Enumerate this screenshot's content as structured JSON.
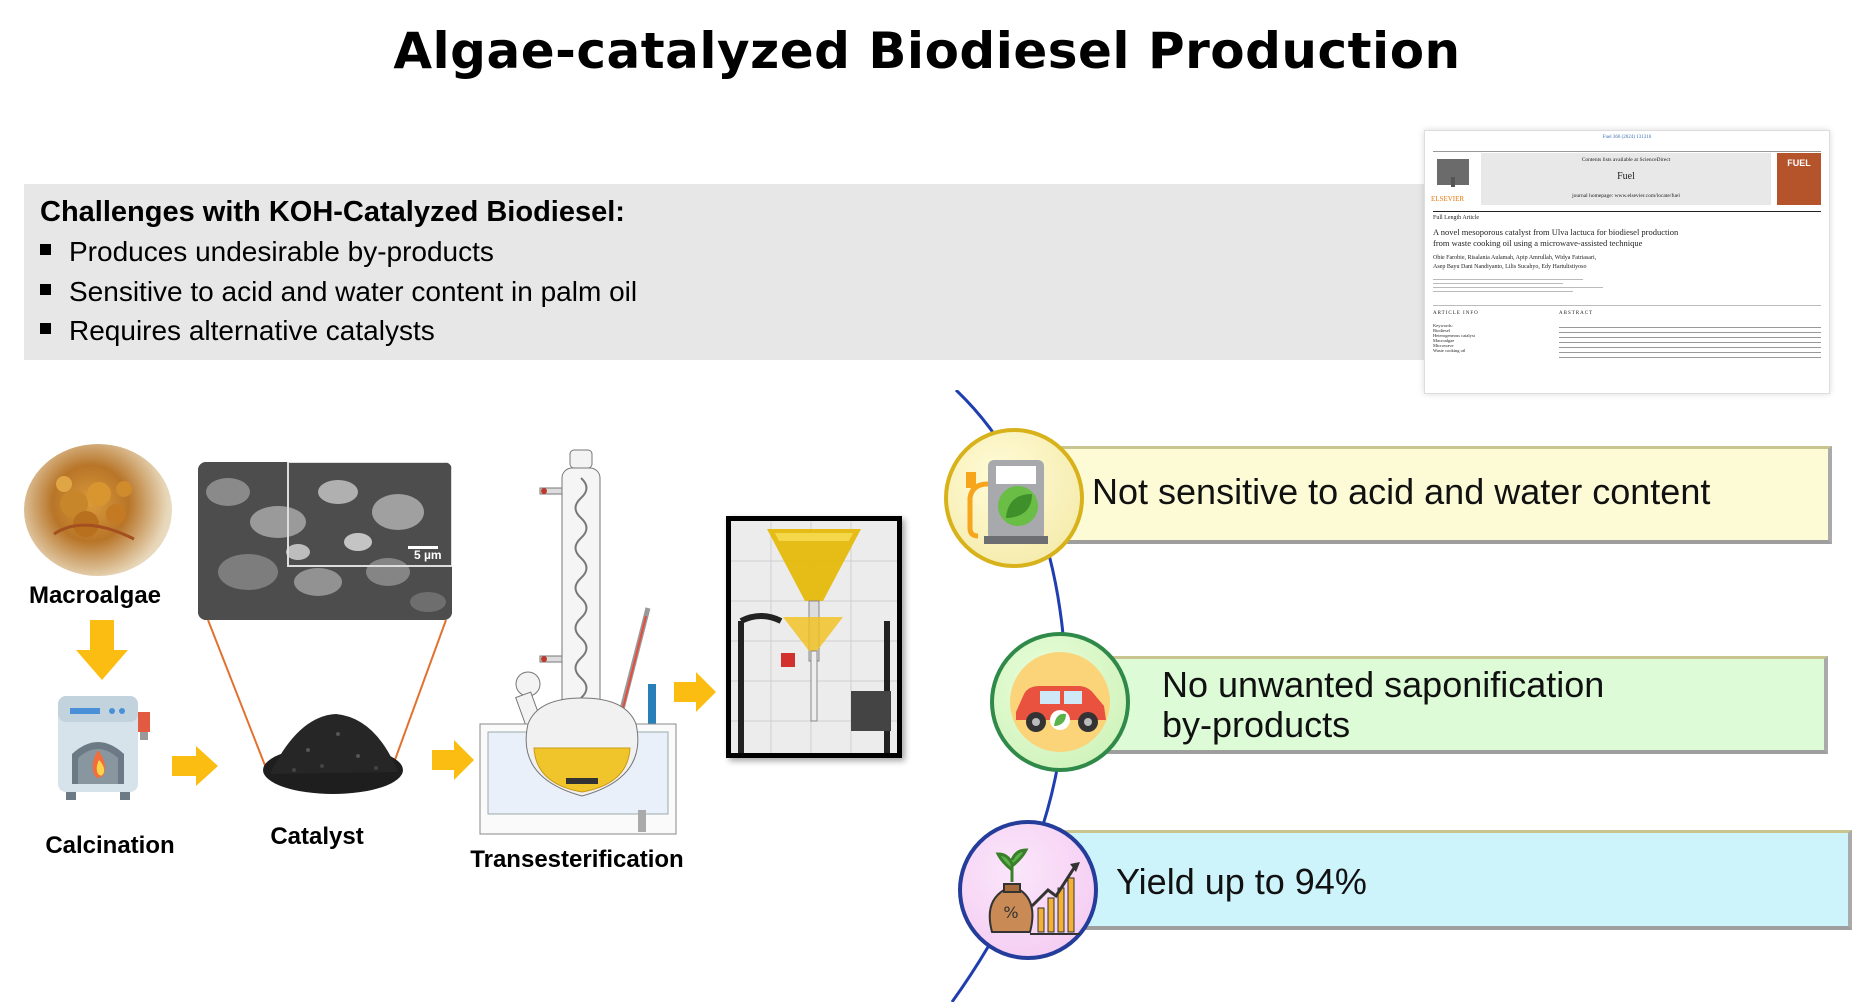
{
  "title": "Algae-catalyzed Biodiesel Production",
  "challenges": {
    "heading": "Challenges with KOH-Catalyzed Biodiesel:",
    "items": [
      "Produces undesirable by-products",
      "Sensitive to acid and water content in palm oil",
      "Requires alternative catalysts"
    ]
  },
  "process": {
    "macroalgae": "Macroalgae",
    "calcination": "Calcination",
    "catalyst": "Catalyst",
    "transesterification": "Transesterification",
    "sem_scale": "5 µm"
  },
  "benefits": [
    {
      "line1": "Not sensitive to acid and water content",
      "line2": "",
      "color": "#fdfbd6",
      "icon": "fuel-pump-leaf-icon"
    },
    {
      "line1": "No unwanted saponification",
      "line2": "by-products",
      "color": "#dcfbd6",
      "icon": "car-leaf-icon"
    },
    {
      "line1": "Yield up to 94%",
      "line2": "",
      "color": "#cdf3fb",
      "icon": "money-bag-growth-chart-icon"
    }
  ],
  "paper": {
    "journal_ref": "Fuel 366 (2024) 131316",
    "contents": "Contents lists available at ScienceDirect",
    "journal": "Fuel",
    "homepage": "journal homepage: www.elsevier.com/locate/fuel",
    "publisher": "ELSEVIER",
    "cover": "FUEL",
    "article_type": "Full Length Article",
    "article_title_1": "A novel mesoporous catalyst from Ulva lactuca for biodiesel production",
    "article_title_2": "from waste cooking oil using a microwave-assisted technique",
    "authors_1": "Obie Farobie, Risalania Aulamah, Apip Amrullah, Widya Fatriasari,",
    "authors_2": "Asep Bayu Dani Nandiyanto, Lilis Sucahyo, Edy Hartulistiyoso",
    "info_heading": "ARTICLE INFO",
    "abstract_heading": "ABSTRACT",
    "keywords": [
      "Keywords:",
      "Biodiesel",
      "Heterogeneous catalyst",
      "Macroalgae",
      "Microwave",
      "Waste cooking oil"
    ]
  },
  "colors": {
    "arrow": "#fcbd13",
    "connector": "#1f3eb0",
    "challenge_bg": "#e7e7e7"
  }
}
